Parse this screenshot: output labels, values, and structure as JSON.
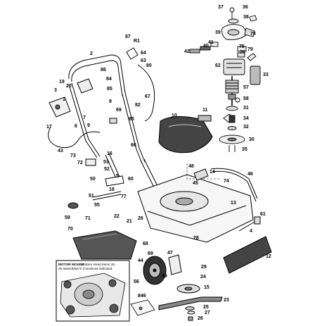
{
  "diagram": {
    "inset": {
      "heading": "MOTOR MOUNT",
      "note_line1": "(Bottom View) Items 28,",
      "note_line2": "29 assembled in 3 locations indicated."
    },
    "kit_label": "846",
    "callouts": [
      {
        "id": "c37",
        "label": "37"
      },
      {
        "id": "c36",
        "label": "36"
      },
      {
        "id": "c38",
        "label": "38"
      },
      {
        "id": "c39",
        "label": "39"
      },
      {
        "id": "c78",
        "label": "78"
      },
      {
        "id": "c40",
        "label": "40"
      },
      {
        "id": "c41",
        "label": "41"
      },
      {
        "id": "c75",
        "label": "75"
      },
      {
        "id": "c76",
        "label": "76"
      },
      {
        "id": "c42",
        "label": "42"
      },
      {
        "id": "c79",
        "label": "79"
      },
      {
        "id": "c62",
        "label": "62"
      },
      {
        "id": "c33",
        "label": "33"
      },
      {
        "id": "c57",
        "label": "57"
      },
      {
        "id": "c58",
        "label": "58"
      },
      {
        "id": "c31",
        "label": "31"
      },
      {
        "id": "c34",
        "label": "34"
      },
      {
        "id": "c32",
        "label": "32"
      },
      {
        "id": "c30",
        "label": "30"
      },
      {
        "id": "c35",
        "label": "35"
      },
      {
        "id": "c87",
        "label": "87"
      },
      {
        "id": "cR1",
        "label": "R1"
      },
      {
        "id": "c64",
        "label": "64"
      },
      {
        "id": "c63",
        "label": "63"
      },
      {
        "id": "c80",
        "label": "80"
      },
      {
        "id": "c2",
        "label": "2"
      },
      {
        "id": "c86",
        "label": "86"
      },
      {
        "id": "c84",
        "label": "84"
      },
      {
        "id": "c85",
        "label": "85"
      },
      {
        "id": "c19",
        "label": "19"
      },
      {
        "id": "c3",
        "label": "3"
      },
      {
        "id": "c20",
        "label": "20"
      },
      {
        "id": "c1",
        "label": "1"
      },
      {
        "id": "c17",
        "label": "17"
      },
      {
        "id": "c7",
        "label": "7"
      },
      {
        "id": "c67",
        "label": "67"
      },
      {
        "id": "c8",
        "label": "8"
      },
      {
        "id": "c82",
        "label": "82"
      },
      {
        "id": "c10",
        "label": "10"
      },
      {
        "id": "c11",
        "label": "11"
      },
      {
        "id": "c69",
        "label": "69"
      },
      {
        "id": "c65",
        "label": "65"
      },
      {
        "id": "c9",
        "label": "9"
      },
      {
        "id": "c6",
        "label": "6"
      },
      {
        "id": "c43",
        "label": "43"
      },
      {
        "id": "c16",
        "label": "16"
      },
      {
        "id": "c73",
        "label": "73"
      },
      {
        "id": "c72",
        "label": "72"
      },
      {
        "id": "c66",
        "label": "66"
      },
      {
        "id": "c53",
        "label": "53"
      },
      {
        "id": "c52",
        "label": "52"
      },
      {
        "id": "c5",
        "label": "5"
      },
      {
        "id": "c60",
        "label": "60"
      },
      {
        "id": "c50",
        "label": "50"
      },
      {
        "id": "c51",
        "label": "51"
      },
      {
        "id": "c77",
        "label": "77"
      },
      {
        "id": "c18",
        "label": "18"
      },
      {
        "id": "c55",
        "label": "55"
      },
      {
        "id": "c48",
        "label": "48"
      },
      {
        "id": "c14",
        "label": "14"
      },
      {
        "id": "c45",
        "label": "45"
      },
      {
        "id": "c74",
        "label": "74"
      },
      {
        "id": "c46",
        "label": "46"
      },
      {
        "id": "c13",
        "label": "13"
      },
      {
        "id": "c59",
        "label": "59"
      },
      {
        "id": "c71",
        "label": "71"
      },
      {
        "id": "c22",
        "label": "22"
      },
      {
        "id": "c21",
        "label": "21"
      },
      {
        "id": "c26",
        "label": "26"
      },
      {
        "id": "c70",
        "label": "70"
      },
      {
        "id": "c68",
        "label": "68"
      },
      {
        "id": "c47",
        "label": "47"
      },
      {
        "id": "c28",
        "label": "28"
      },
      {
        "id": "c69b",
        "label": "69"
      },
      {
        "id": "c29",
        "label": "29"
      },
      {
        "id": "c44",
        "label": "44"
      },
      {
        "id": "c49",
        "label": "49"
      },
      {
        "id": "c24",
        "label": "24"
      },
      {
        "id": "c56",
        "label": "56"
      },
      {
        "id": "c15",
        "label": "15"
      },
      {
        "id": "c23",
        "label": "23"
      },
      {
        "id": "c25",
        "label": "25"
      },
      {
        "id": "c27",
        "label": "27"
      },
      {
        "id": "c26b",
        "label": "26"
      },
      {
        "id": "c61",
        "label": "61"
      },
      {
        "id": "c4",
        "label": "4"
      },
      {
        "id": "c12",
        "label": "12"
      }
    ]
  }
}
